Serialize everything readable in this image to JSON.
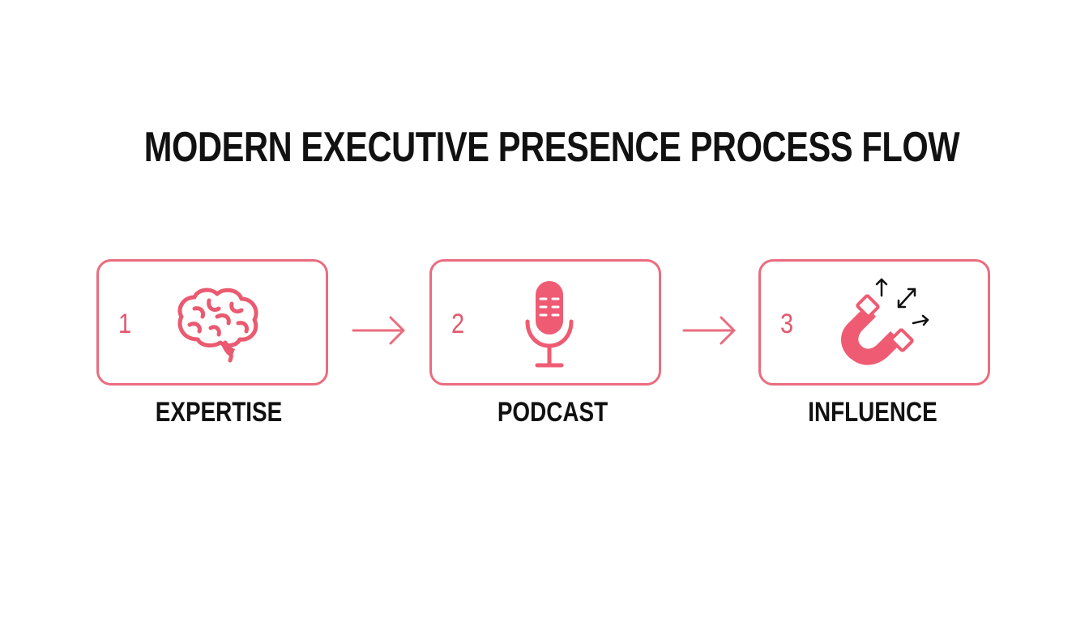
{
  "title": "MODERN EXECUTIVE PRESENCE PROCESS FLOW",
  "colors": {
    "accent": "#ea6c7e",
    "accent_fill": "#ef5b72",
    "text": "#111111"
  },
  "steps": [
    {
      "number": "1",
      "label": "EXPERTISE",
      "icon": "brain-icon"
    },
    {
      "number": "2",
      "label": "PODCAST",
      "icon": "microphone-icon"
    },
    {
      "number": "3",
      "label": "INFLUENCE",
      "icon": "magnet-icon"
    }
  ]
}
